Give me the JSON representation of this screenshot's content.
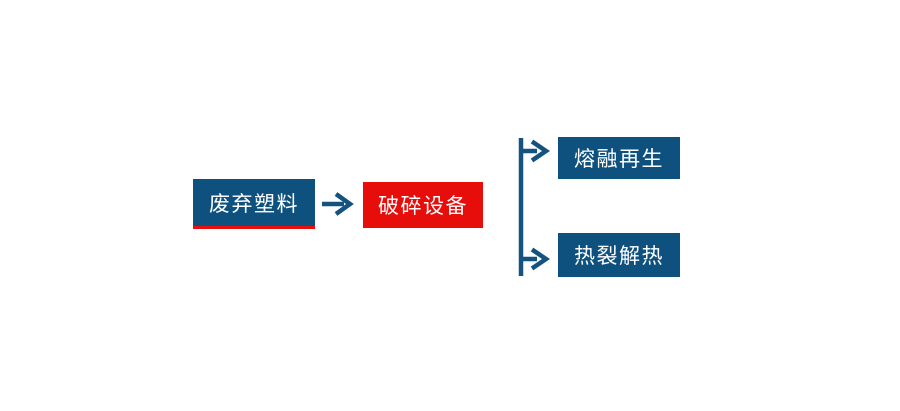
{
  "diagram": {
    "title": "waste-plastic-recycling-flowchart",
    "nodes": [
      {
        "id": "waste-plastic",
        "label": "废弃塑料",
        "shape": "rect",
        "fill": "#0f517e",
        "underline": "#e8100e",
        "text_color": "#ffffff"
      },
      {
        "id": "crushing-equipment",
        "label": "破碎设备",
        "shape": "rect",
        "fill": "#e60d0a",
        "text_color": "#ffffff"
      },
      {
        "id": "melt-regeneration",
        "label": "熔融再生",
        "shape": "rect",
        "fill": "#0f517e",
        "text_color": "#ffffff"
      },
      {
        "id": "pyrolysis-heat",
        "label": "热裂解热",
        "shape": "rect",
        "fill": "#0f517e",
        "text_color": "#ffffff"
      }
    ],
    "edges": [
      {
        "from": "waste-plastic",
        "to": "crushing-equipment",
        "style": "arrow-right"
      },
      {
        "from": "branch-connector",
        "to": "melt-regeneration",
        "style": "arrow-right"
      },
      {
        "from": "branch-connector",
        "to": "pyrolysis-heat",
        "style": "arrow-right"
      }
    ],
    "colors": {
      "node_blue": "#0f517e",
      "node_red": "#e60d0a",
      "accent_red": "#e8100e",
      "connector_blue": "#14537f",
      "background": "#ffffff",
      "text": "#ffffff"
    }
  }
}
